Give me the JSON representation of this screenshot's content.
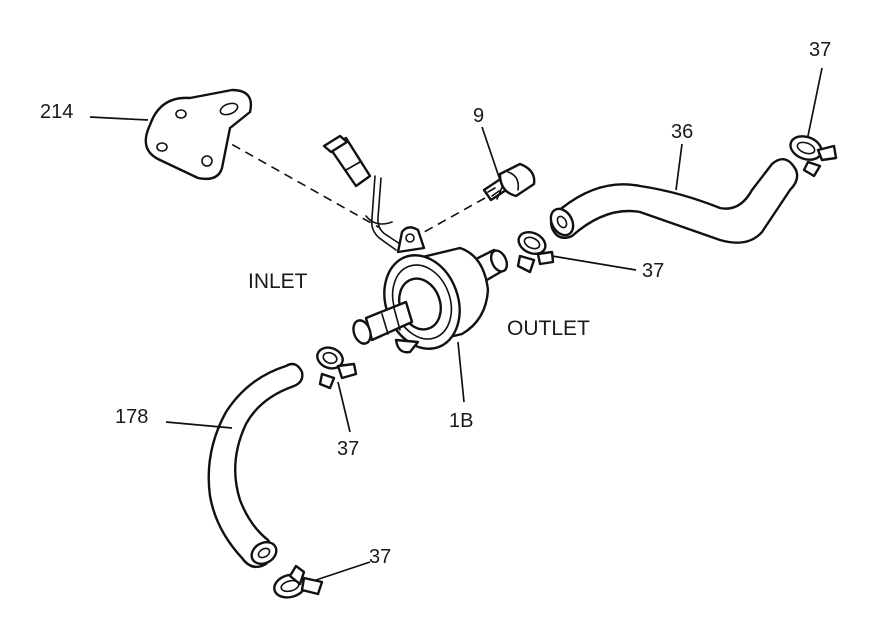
{
  "labels": {
    "bracket": "214",
    "bolt": "9",
    "hose_outlet": "36",
    "clamp_top_right": "37",
    "clamp_outlet": "37",
    "clamp_inlet": "37",
    "clamp_bottom": "37",
    "filter": "1B",
    "hose_inlet": "178"
  },
  "words": {
    "inlet": "INLET",
    "outlet": "OUTLET"
  },
  "colors": {
    "ink": "#111111",
    "paper": "#ffffff"
  }
}
